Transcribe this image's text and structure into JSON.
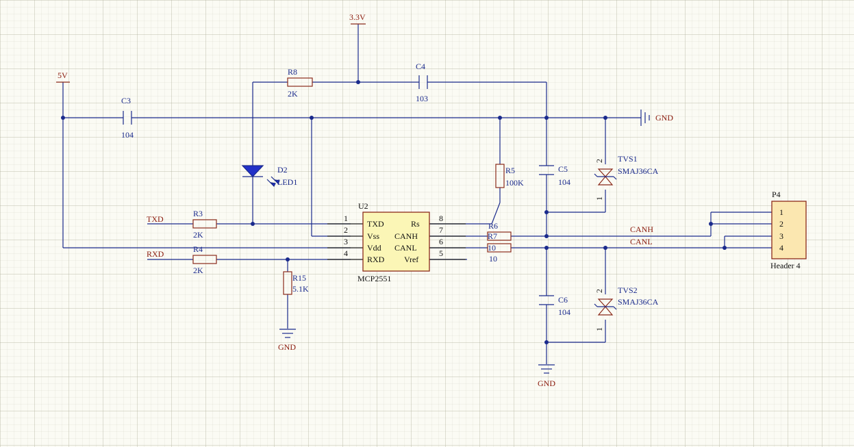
{
  "power": {
    "v33": "3.3V",
    "v5": "5V",
    "gnd_right": "GND",
    "gnd_r15": "GND",
    "gnd_c6": "GND"
  },
  "components": {
    "r8": {
      "ref": "R8",
      "value": "2K"
    },
    "c4": {
      "ref": "C4",
      "value": "103"
    },
    "c3": {
      "ref": "C3",
      "value": "104"
    },
    "d2": {
      "ref": "D2",
      "value": "LED1"
    },
    "r5": {
      "ref": "R5",
      "value": "100K"
    },
    "c5": {
      "ref": "C5",
      "value": "104"
    },
    "tvs1": {
      "ref": "TVS1",
      "value": "SMAJ36CA",
      "pin_top": "2",
      "pin_bottom": "1"
    },
    "tvs2": {
      "ref": "TVS2",
      "value": "SMAJ36CA",
      "pin_top": "2",
      "pin_bottom": "1"
    },
    "r3": {
      "ref": "R3",
      "value": "2K"
    },
    "r4": {
      "ref": "R4",
      "value": "2K"
    },
    "r15": {
      "ref": "R15",
      "value": "5.1K"
    },
    "r6": {
      "ref": "R6"
    },
    "r7": {
      "ref": "R7",
      "value": "10"
    },
    "r10": {
      "ref": "10"
    },
    "c6": {
      "ref": "C6",
      "value": "104"
    }
  },
  "u2": {
    "ref": "U2",
    "part": "MCP2551",
    "left_pins": [
      {
        "num": "1",
        "name": "TXD"
      },
      {
        "num": "2",
        "name": "Vss"
      },
      {
        "num": "3",
        "name": "Vdd"
      },
      {
        "num": "4",
        "name": "RXD"
      }
    ],
    "right_pins": [
      {
        "num": "8",
        "name": "Rs"
      },
      {
        "num": "7",
        "name": "CANH"
      },
      {
        "num": "6",
        "name": "CANL"
      },
      {
        "num": "5",
        "name": "Vref"
      }
    ]
  },
  "nets": {
    "txd": "TXD",
    "rxd": "RXD",
    "canh": "CANH",
    "canl": "CANL"
  },
  "p4": {
    "ref": "P4",
    "part": "Header 4",
    "pins": [
      "1",
      "2",
      "3",
      "4"
    ]
  },
  "colors": {
    "wire": "#1a2a8c",
    "net_label": "#8a1a0c",
    "ic_fill": "#fbf6b6",
    "header_fill": "#fbe7b0"
  }
}
